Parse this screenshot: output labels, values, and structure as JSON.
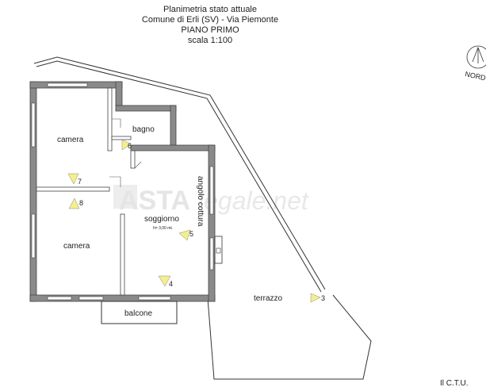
{
  "header": {
    "line1": "Planimetria stato attuale",
    "line2": "Comune di Erli (SV) - Via Piemonte",
    "line3": "PIANO PRIMO",
    "line4": "scala 1:100"
  },
  "north_label": "NORD",
  "rooms": {
    "camera_top": "camera",
    "camera_bottom": "camera",
    "bagno": "bagno",
    "angolo_cottura": "angolo cottura",
    "soggiorno": "soggiorno",
    "soggiorno_height": "h= 3,00 mt.",
    "balcone": "balcone",
    "terrazzo": "terrazzo"
  },
  "photo_points": [
    "3",
    "4",
    "5",
    "6",
    "7",
    "8"
  ],
  "watermark": {
    "part1": "ASTA",
    "part2": "legale.net"
  },
  "footer": "Il C.T.U.",
  "colors": {
    "wall": "#8a8a8a",
    "wall_outline": "#444444",
    "marker": "#f4ef8c",
    "watermark": "#d9d9d9"
  }
}
